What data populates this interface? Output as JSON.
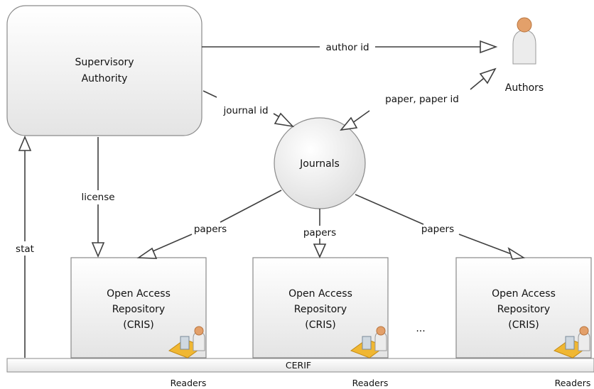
{
  "nodes": {
    "supervisory_authority": {
      "line1": "Supervisory",
      "line2": "Authority"
    },
    "authors": {
      "label": "Authors"
    },
    "journals": {
      "label": "Journals"
    },
    "repositories": [
      {
        "line1": "Open Access",
        "line2": "Repository",
        "line3": "(CRIS)",
        "readers": "Readers"
      },
      {
        "line1": "Open Access",
        "line2": "Repository",
        "line3": "(CRIS)",
        "readers": "Readers"
      },
      {
        "line1": "Open Access",
        "line2": "Repository",
        "line3": "(CRIS)",
        "readers": "Readers"
      }
    ],
    "ellipsis": "...",
    "cerif_bar": {
      "label": "CERIF"
    }
  },
  "edges": {
    "author_id": "author id",
    "journal_id": "journal id",
    "paper_paper_id": "paper, paper id",
    "license": "license",
    "stat": "stat",
    "papers_left": "papers",
    "papers_middle": "papers",
    "papers_right": "papers"
  },
  "colors": {
    "line": "#3f3f3f",
    "box_border": "#7a7a7a",
    "box_fill_top": "#ffffff",
    "box_fill_bottom": "#e6e6e6",
    "person_skin": "#e3a06a",
    "person_body": "#e8e8e8",
    "folder": "#f0b732"
  }
}
